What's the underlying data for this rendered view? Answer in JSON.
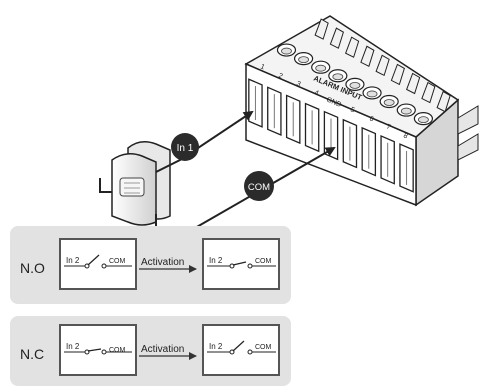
{
  "connector": {
    "title": "ALARM INPUT",
    "pins": [
      "1",
      "2",
      "3",
      "4",
      "GND",
      "5",
      "6",
      "7",
      "8"
    ]
  },
  "wires": {
    "in1_label": "In 1",
    "com_label": "COM"
  },
  "panels": [
    {
      "mode": "N.O",
      "left_in": "In 2",
      "left_com": "COM",
      "arrow_label": "Activation",
      "right_in": "In 2",
      "right_com": "COM"
    },
    {
      "mode": "N.C",
      "left_in": "In 2",
      "left_com": "COM",
      "arrow_label": "Activation",
      "right_in": "In 2",
      "right_com": "COM"
    }
  ],
  "colors": {
    "panel_bg": "#e2e2e2",
    "badge_bg": "#2b2b2b",
    "line": "#222222"
  }
}
